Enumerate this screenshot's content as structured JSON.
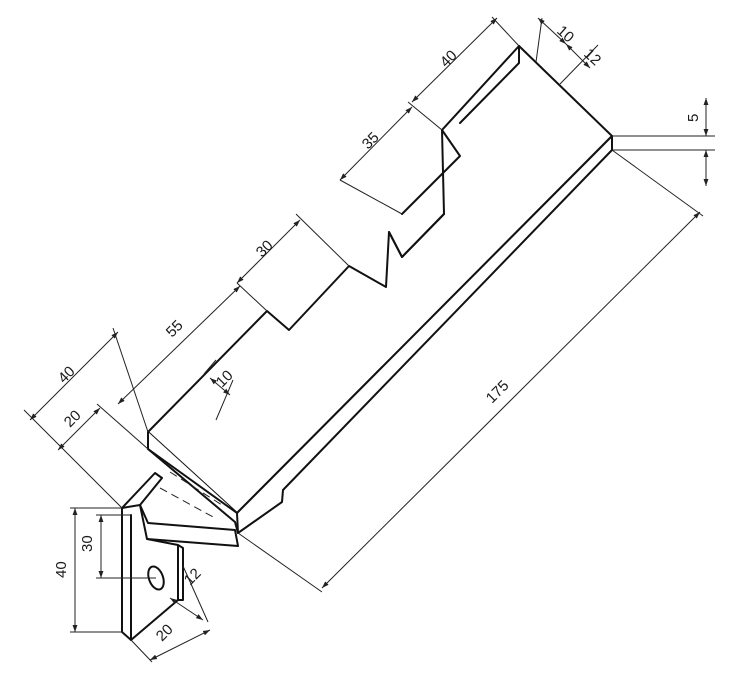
{
  "dimensions": {
    "d10_top": "10",
    "d12_top": "12",
    "d40_top": "40",
    "d35": "35",
    "d5": "5",
    "d30_mid": "30",
    "d55": "55",
    "d10_slot": "10",
    "d40_left": "40",
    "d20_left": "20",
    "d175": "175",
    "d40_vert": "40",
    "d30_vert": "30",
    "d12_bottom": "12",
    "d20_bottom": "20"
  }
}
